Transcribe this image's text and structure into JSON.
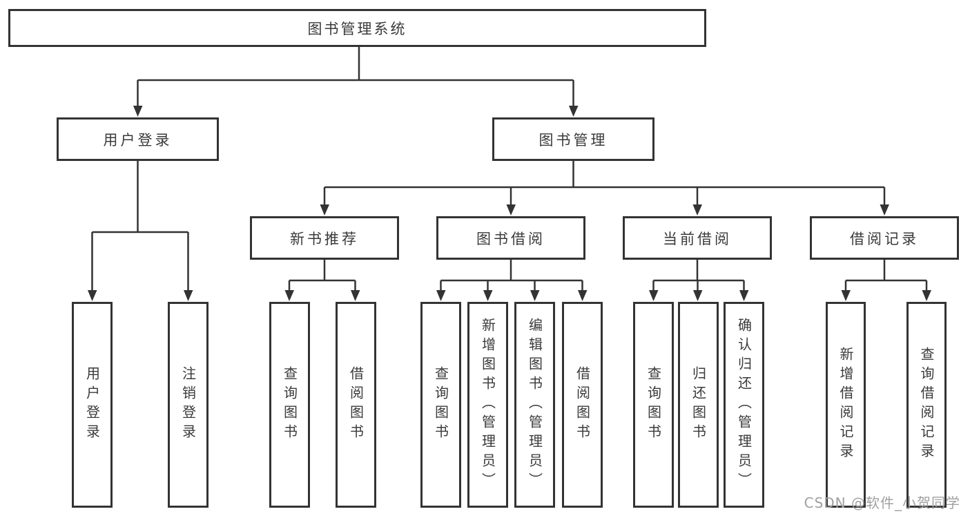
{
  "tree": {
    "root": {
      "label": "图书管理系统"
    },
    "children": [
      {
        "label": "用户登录",
        "children": [
          {
            "label": "用户登录"
          },
          {
            "label": "注销登录"
          }
        ]
      },
      {
        "label": "图书管理",
        "children": [
          {
            "label": "新书推荐",
            "children": [
              {
                "label": "查询图书"
              },
              {
                "label": "借阅图书"
              }
            ]
          },
          {
            "label": "图书借阅",
            "children": [
              {
                "label": "查询图书"
              },
              {
                "label": "新增图书（管理员）"
              },
              {
                "label": "编辑图书（管理员）"
              },
              {
                "label": "借阅图书"
              }
            ]
          },
          {
            "label": "当前借阅",
            "children": [
              {
                "label": "查询图书"
              },
              {
                "label": "归还图书"
              },
              {
                "label": "确认归还（管理员）"
              }
            ]
          },
          {
            "label": "借阅记录",
            "children": [
              {
                "label": "新增借阅记录"
              },
              {
                "label": "查询借阅记录"
              }
            ]
          }
        ]
      }
    ]
  },
  "watermark": {
    "text": "CSDN @软件_小贺同学"
  },
  "colors": {
    "line": "#333333",
    "box_border": "#333333",
    "text": "#3a3a3a",
    "watermark": "#a0a0a0",
    "background": "#ffffff"
  }
}
